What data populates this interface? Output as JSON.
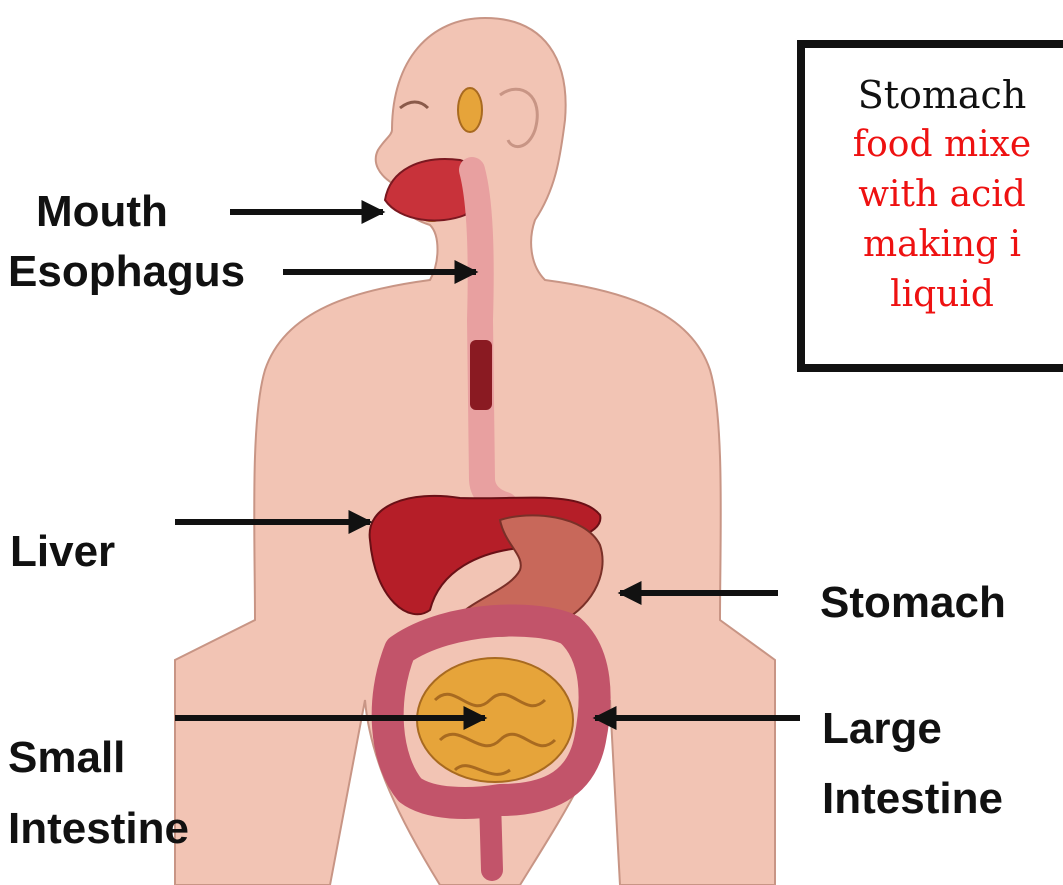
{
  "labels": {
    "mouth": "Mouth",
    "esophagus": "Esophagus",
    "liver": "Liver",
    "stomach": "Stomach",
    "small_intestine_1": "Small",
    "small_intestine_2": "Intestine",
    "large_intestine_1": "Large",
    "large_intestine_2": "Intestine"
  },
  "info_box": {
    "title": "Stomach",
    "lines": [
      "food mixe",
      "with acid",
      "making i",
      "liquid"
    ]
  },
  "colors": {
    "skin": "#f2c4b4",
    "skin_outline": "#c89585",
    "organ_red": "#c8323a",
    "liver": "#b51e28",
    "stomach": "#c8685a",
    "small_intestine": "#e6a43a",
    "large_intestine": "#c2546a",
    "info_text": "#ee1111"
  }
}
